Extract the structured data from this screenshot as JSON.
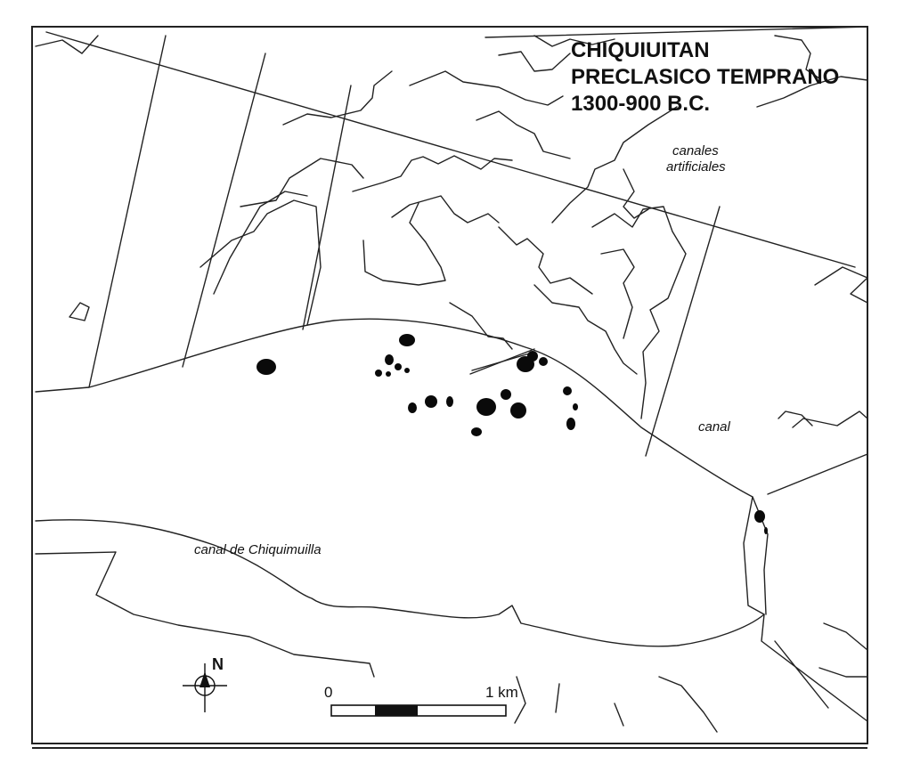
{
  "title": {
    "line1": "CHIQUIUITAN",
    "line2": "PRECLASICO TEMPRANO",
    "line3": "1300-900 B.C."
  },
  "labels": {
    "canales_line1": "canales",
    "canales_line2": "artificiales",
    "canal": "canal",
    "canal_chiquimulla": "canal de Chiquimuilla"
  },
  "scale_bar": {
    "start_label": "0",
    "end_label": "1 km"
  },
  "north_arrow": {
    "label": "N"
  },
  "colors": {
    "ink": "#111111",
    "paper": "#ffffff"
  }
}
